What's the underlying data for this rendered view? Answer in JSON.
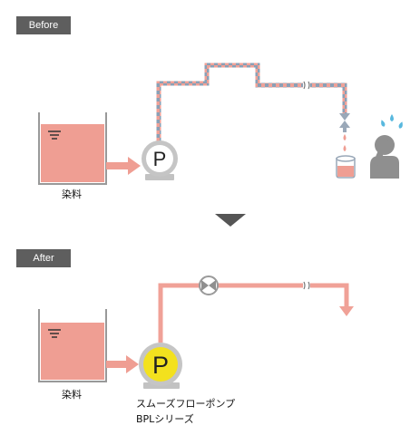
{
  "before_label": "Before",
  "after_label": "After",
  "tank_label": "染料",
  "pump_letter": "P",
  "product_line1": "スムーズフローポンプ",
  "product_line2": "BPLシリーズ",
  "colors": {
    "tank_fill": "#ef9e93",
    "pipe_pink": "#f0a197",
    "pipe_blue": "#8aa0b6",
    "pump_yellow": "#f3e11e",
    "gray": "#8f8f8f",
    "drop_blue": "#58b8de",
    "badge_bg": "#5e5e5e"
  },
  "icons": [
    "pump-icon",
    "valve-icon",
    "nozzle-icon",
    "beaker-icon",
    "worried-person-icon",
    "sweat-drops-icon",
    "arrow-down-icon",
    "pipe-break-icon"
  ]
}
